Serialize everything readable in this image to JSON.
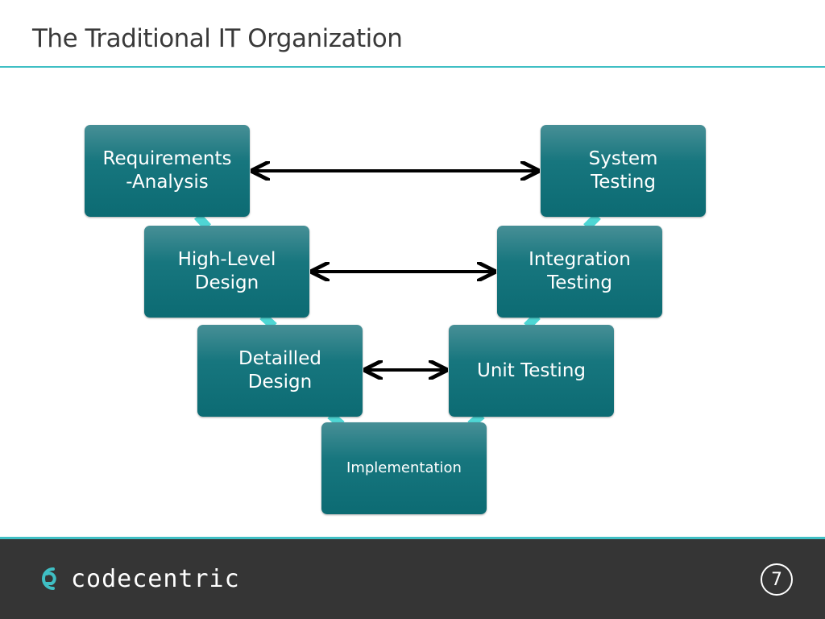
{
  "slide": {
    "title": "The Traditional IT Organization",
    "page_number": "7"
  },
  "diagram": {
    "left_stages": [
      {
        "id": "requirements",
        "label": "Requirements\n-Analysis"
      },
      {
        "id": "high-level-design",
        "label": "High-Level\nDesign"
      },
      {
        "id": "detailed-design",
        "label": "Detailled\nDesign"
      }
    ],
    "bottom_stage": {
      "id": "implementation",
      "label": "Implementation"
    },
    "right_stages": [
      {
        "id": "unit-testing",
        "label": "Unit Testing"
      },
      {
        "id": "integration-testing",
        "label": "Integration\nTesting"
      },
      {
        "id": "system-testing",
        "label": "System\nTesting"
      }
    ],
    "correspondences": [
      {
        "from": "requirements",
        "to": "system-testing",
        "style": "double-arrow"
      },
      {
        "from": "high-level-design",
        "to": "integration-testing",
        "style": "double-arrow"
      },
      {
        "from": "detailed-design",
        "to": "unit-testing",
        "style": "double-arrow"
      }
    ],
    "colors": {
      "box_top": "#478f96",
      "box_bottom": "#0c6b73",
      "connector": "#4fd6d4",
      "arrow": "#000000",
      "accent_rule": "#3fbfc4"
    }
  },
  "footer": {
    "brand_name": "codecentric",
    "logo_icon": "codecentric-logo-icon"
  }
}
